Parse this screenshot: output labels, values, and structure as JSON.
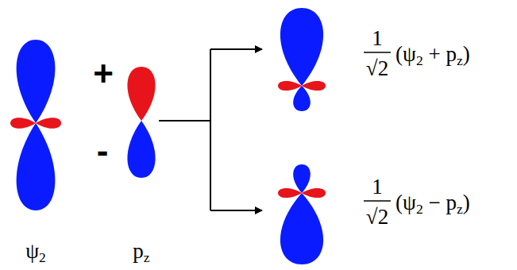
{
  "diagram": {
    "labels": [
      "+",
      "-",
      "1",
      "√2",
      "(ψ2 + pz)",
      "1",
      "√2",
      "(ψ2 − pz)",
      "ψ2",
      "pz"
    ]
  }
}
